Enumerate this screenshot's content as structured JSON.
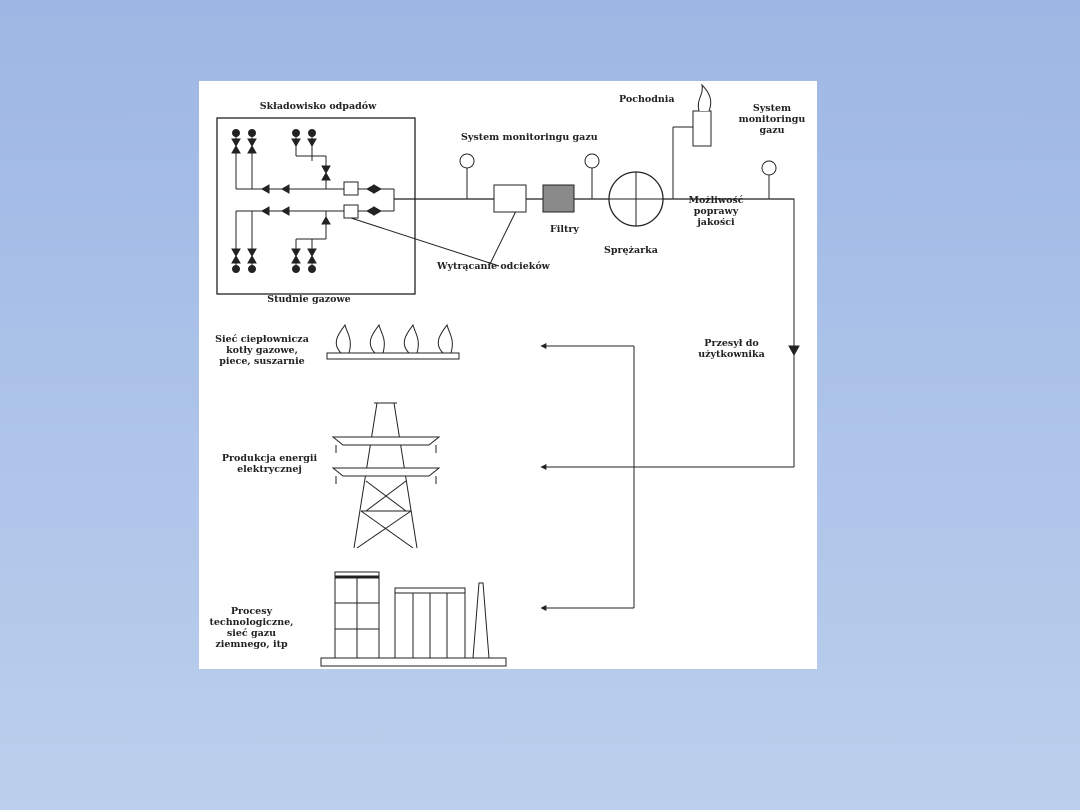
{
  "labels": {
    "landfill": "Składowisko odpadów",
    "gas_wells": "Studnie gazowe",
    "gas_monitoring": "System monitoringu gazu",
    "condensate_removal": "Wytrącanie odcieków",
    "filters": "Filtry",
    "compressor": "Sprężarka",
    "flare": "Pochodnia",
    "gas_monitoring_system_right": [
      "System",
      "monitoringu",
      "gazu"
    ],
    "quality_improvement": [
      "Możliwość",
      "poprawy",
      "jakości"
    ],
    "transmission": [
      "Przesył do",
      "użytkownika"
    ],
    "heating": [
      "Sieć ciepłownicza",
      "kotły gazowe,",
      "piece, suszarnie"
    ],
    "electricity": [
      "Produkcja energii",
      "elektrycznej"
    ],
    "processes": [
      "Procesy",
      "technologiczne,",
      "sieć gazu",
      "ziemnego, itp"
    ]
  },
  "colors": {
    "background_top": "#9db7e4",
    "background_bottom": "#bccfec",
    "figure_bg": "#ffffff",
    "ink": "#222222",
    "filter_fill": "#8a8a8a"
  }
}
